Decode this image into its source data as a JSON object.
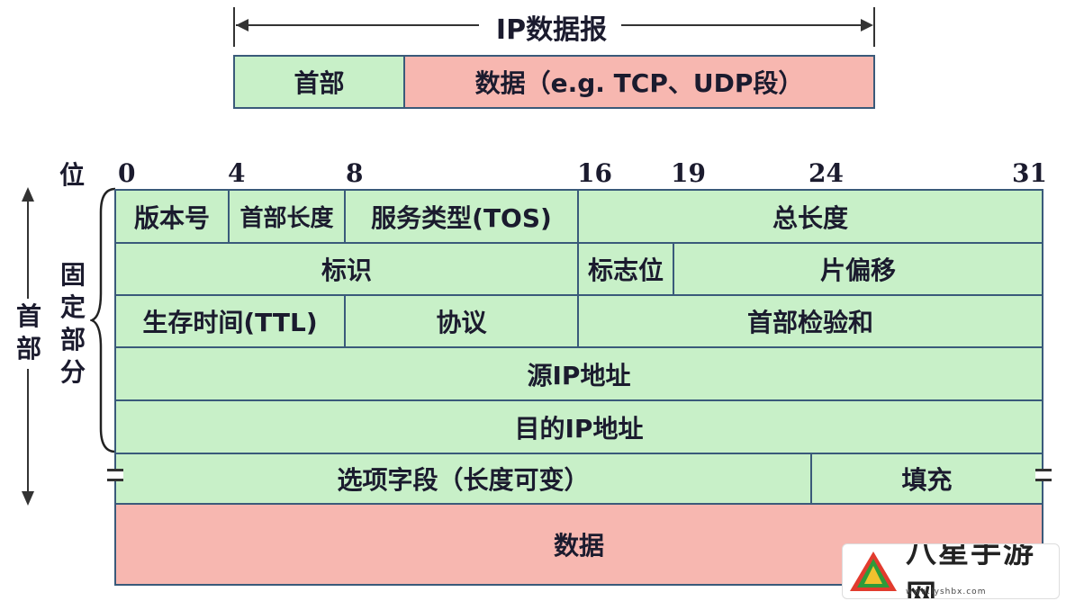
{
  "top": {
    "datagram_label": "IP数据报",
    "header_label": "首部",
    "data_label": "数据（e.g. TCP、UDP段）"
  },
  "bits": {
    "label": "位",
    "ticks": [
      "0",
      "4",
      "8",
      "16",
      "19",
      "24",
      "31"
    ]
  },
  "side": {
    "header_label": "首部",
    "fixed_part_label": "固定部分"
  },
  "fields": {
    "version": "版本号",
    "header_length": "首部长度",
    "tos": "服务类型(TOS)",
    "total_length": "总长度",
    "identification": "标识",
    "flags": "标志位",
    "fragment_offset": "片偏移",
    "ttl": "生存时间(TTL)",
    "protocol": "协议",
    "checksum": "首部检验和",
    "source_ip": "源IP地址",
    "dest_ip": "目的IP地址",
    "options": "选项字段（长度可变）",
    "padding": "填充",
    "data": "数据"
  },
  "watermark": {
    "text": "八星手游网",
    "url": "www.lyshbx.com"
  },
  "colors": {
    "green": "#c8f0c8",
    "pink": "#f7b7b0",
    "border": "#3a5a7a"
  }
}
